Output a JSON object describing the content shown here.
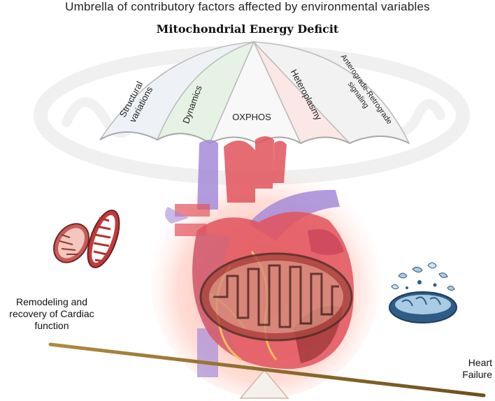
{
  "header": {
    "title": "Umbrella of contributory factors affected by environmental variables",
    "subtitle": "Mitochondrial Energy Deficit"
  },
  "umbrella": {
    "segments": [
      {
        "label_lines": [
          "Structural",
          "variations"
        ],
        "color": "#eef1f6"
      },
      {
        "label_lines": [
          "Dynamics"
        ],
        "color": "#e6f3e4"
      },
      {
        "label_lines": [
          "OXPHOS"
        ],
        "color": "#f8f8f8"
      },
      {
        "label_lines": [
          "Heteroplasmy"
        ],
        "color": "#fbe7e6"
      },
      {
        "label_lines": [
          "Anterograde-Retrograde",
          "signaling"
        ],
        "color": "#f2f2f2"
      }
    ]
  },
  "balance": {
    "left_label_lines": [
      "Remodeling and",
      "recovery of Cardiac",
      "function"
    ],
    "right_label_lines": [
      "Heart",
      "Failure"
    ],
    "beam_color": "#8b6a2b"
  },
  "colors": {
    "heart_red": "#e2525c",
    "heart_purple": "#a58bd8",
    "mito_healthy": "#c85b58",
    "mito_damaged": "#2f5c86"
  }
}
